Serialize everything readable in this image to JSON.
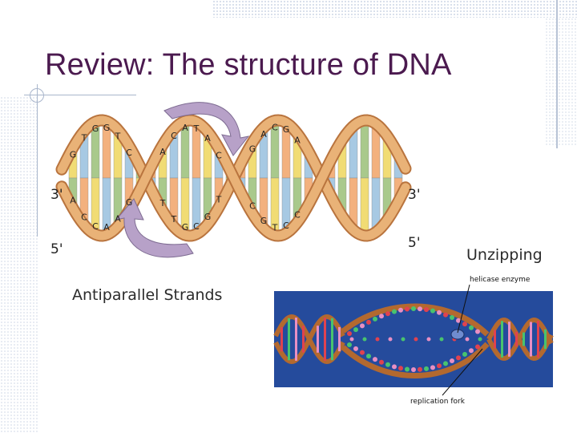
{
  "slide": {
    "title": "Review:  The structure of DNA",
    "caption_unzipping": "Unzipping",
    "caption_antiparallel": "Antiparallel Strands"
  },
  "helix_diagram": {
    "end_labels": {
      "left_top": "3'",
      "left_bottom": "5'",
      "right_top": "3'",
      "right_bottom": "5'"
    },
    "base_letters": [
      "G",
      "A",
      "T",
      "C",
      "G",
      "C",
      "G",
      "A",
      "T",
      "A",
      "C",
      "G",
      "A",
      "T",
      "C",
      "T",
      "A",
      "G",
      "T",
      "C",
      "A",
      "G",
      "C",
      "T",
      "G",
      "C",
      "A",
      "G",
      "C",
      "T",
      "G",
      "C",
      "A",
      "C"
    ],
    "colors": {
      "strand": "#e9b277",
      "strand_edge": "#b9743e",
      "arrow": "#b7a1c8",
      "base_yellow": "#f1dc74",
      "base_blue": "#a7c9e3",
      "base_green": "#a9c98c",
      "base_orange": "#f3b17e"
    }
  },
  "replication_diagram": {
    "label_helicase": "helicase enzyme",
    "label_fork": "replication fork",
    "colors": {
      "background": "#254b9c",
      "strand": "#b3692f",
      "dot_red": "#e0424f",
      "dot_green": "#48c36e",
      "dot_pink": "#e88fc3"
    }
  }
}
